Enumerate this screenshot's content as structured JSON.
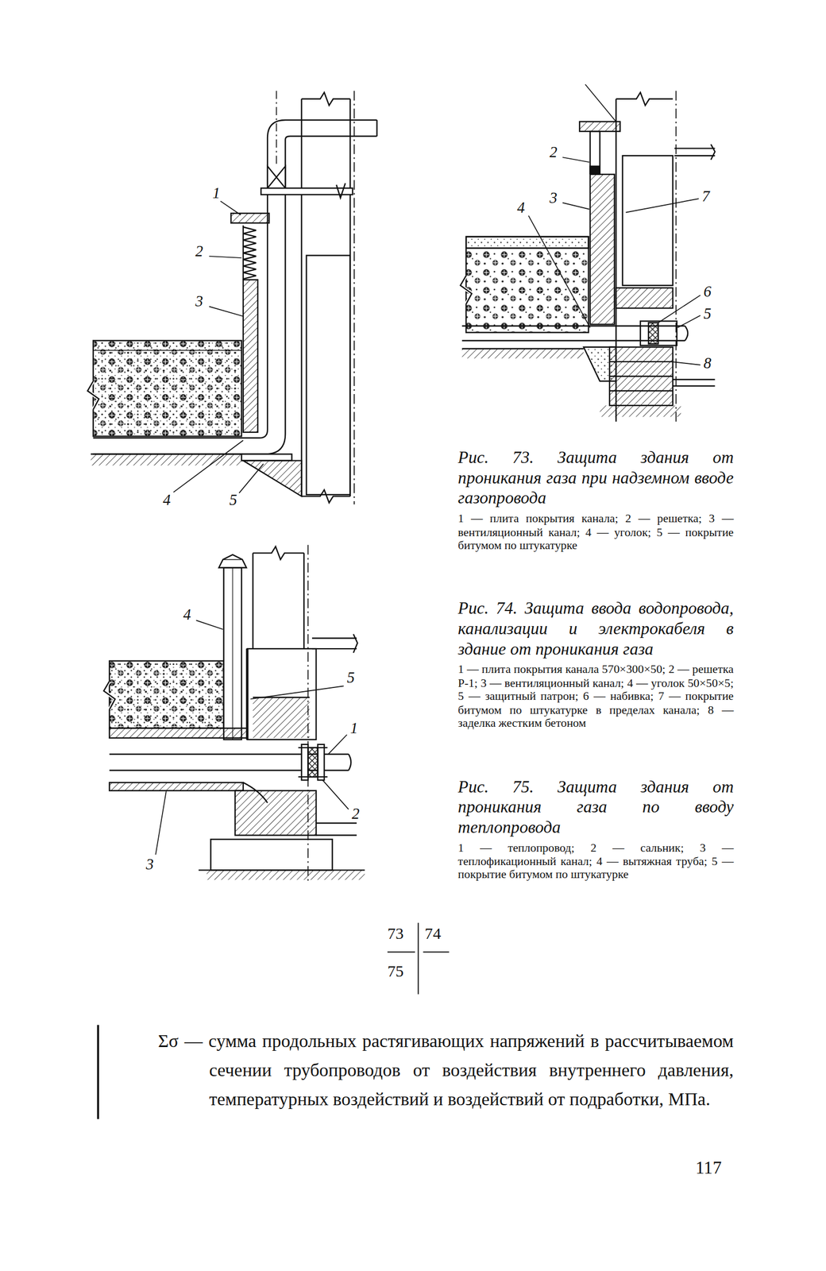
{
  "diagram": {
    "labels": [
      "1",
      "2",
      "3",
      "4",
      "5",
      "2",
      "4",
      "3",
      "7",
      "6",
      "5",
      "8",
      "4",
      "5",
      "1",
      "2",
      "3",
      "Рис. 73. Защита здания от проникания газа при надземном вводе газопровода",
      "1 — плита покрытия канала; 2 — решетка; 3 — вентиляционный канал; 4 — уголок; 5 — покрытие битумом по штукатурке",
      "Рис. 74. Защита ввода водопровода, канализации и электрокабеля в здание от проникания газа",
      "1 — плита покрытия канала 570×300×50; 2 — решетка Р-1; 3 — вентиляционный канал; 4 — уголок 50×50×5; 5 — защитный патрон; 6 — набивка; 7 — покрытие битумом по штукатурке в пределах канала; 8 — заделка жестким бетоном",
      "Рис. 75. Защита здания от проникания газа по вводу теплопровода",
      "1 — теплопровод; 2 — сальник; 3 — теплофикационный канал; 4 — вытяжная труба; 5 — покрытие битумом по штукатурке",
      "73",
      "74",
      "75",
      "Σσ — сумма продольных растягивающих напряжений в рассчитываемом сечении трубопроводов от воздействия внутреннего давления, температурных воздействий и воздействий от подработки, МПа.",
      "117"
    ]
  }
}
